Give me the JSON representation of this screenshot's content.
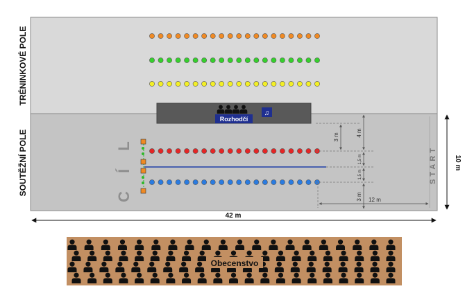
{
  "training_field": {
    "label": "TRÉNINKOVÉ POLE",
    "rows": [
      {
        "color": "#f08a24",
        "count": 20
      },
      {
        "color": "#35d02c",
        "count": 20
      },
      {
        "color": "#f3ef26",
        "count": 20
      }
    ]
  },
  "competition_field": {
    "label": "SOUTĚŽNÍ POLE",
    "finish_label": "C Í L",
    "start_label": "START",
    "rows": [
      {
        "color": "#e52525",
        "count": 20
      },
      {
        "color": "#2a7be0",
        "count": 20
      }
    ],
    "lane_color": "#1f3fa6"
  },
  "judges": {
    "label": "Rozhodčí",
    "people": 4,
    "music_icon": "music-note-icon"
  },
  "audience": {
    "label": "Obecenstvo",
    "people_rows": [
      20,
      21,
      21,
      21
    ],
    "color": "#c28f62"
  },
  "dimensions": {
    "width": "42 m",
    "height": "10 m",
    "d1": "4 m",
    "d2": "3 m",
    "d3": "1,5 m",
    "d4": "1,5 m",
    "d5": "3 m",
    "d6": "12 m"
  }
}
